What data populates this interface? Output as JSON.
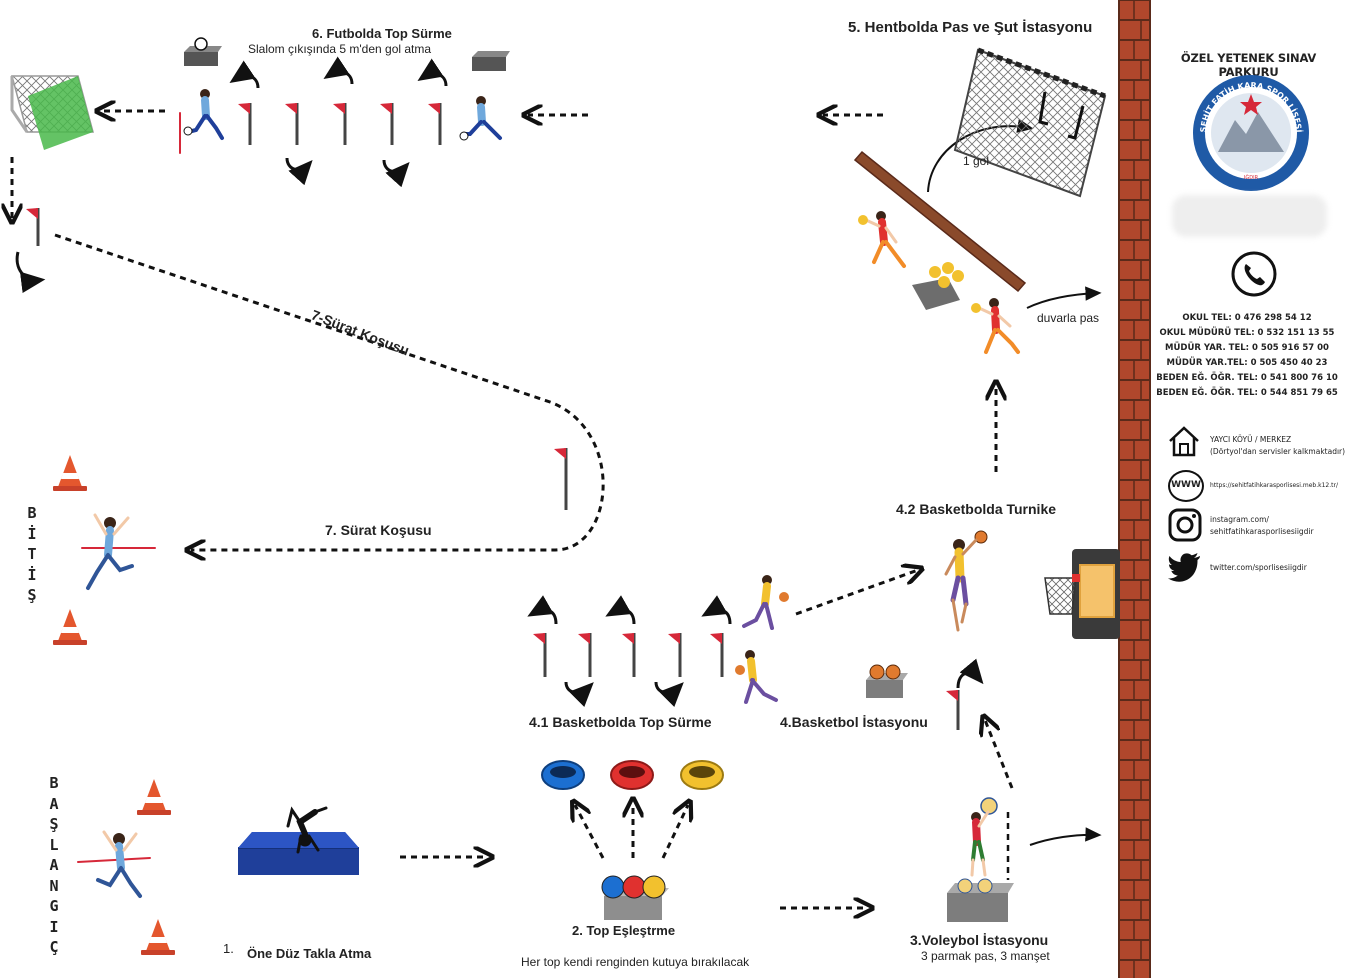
{
  "stations": {
    "s1_number": "1.",
    "s1": "Öne Düz Takla Atma",
    "s2": "2. Top Eşleştrme",
    "s2_note": "Her top kendi renginden kutuya bırakılacak",
    "s3": "3.Voleybol İstasyonu",
    "s3_note": "3 parmak pas, 3 manşet",
    "s4": "4.Basketbol İstasyonu",
    "s41": "4.1 Basketbolda Top Sürme",
    "s42": "4.2 Basketbolda Turnike",
    "s5": "5. Hentbolda Pas ve Şut İstasyonu",
    "s5_gol": "1 gol",
    "s5_pas": "duvarla pas",
    "s6": "6. Futbolda Top Sürme",
    "s6_note": "Slalom çıkışında 5 m'den gol atma",
    "s7a": "7-Sürat Koşusu",
    "s7b": "7. Sürat Koşusu"
  },
  "start_letters": [
    "B",
    "A",
    "Ş",
    "L",
    "A",
    "N",
    "G",
    "I",
    "Ç"
  ],
  "finish_letters": [
    "B",
    "İ",
    "T",
    "İ",
    "Ş"
  ],
  "sidebar": {
    "title": "ÖZEL YETENEK SINAV PARKURU",
    "logo_text": "ŞEHİT FATİH KARA SPOR LİSESİ",
    "logo_sub": "IĞDIR",
    "phones": [
      "OKUL TEL: 0 476 298 54 12",
      "OKUL MÜDÜRÜ TEL: 0 532 151 13 55",
      "MÜDÜR YAR. TEL: 0 505 916 57 00",
      "MÜDÜR YAR.TEL: 0 505 450 40 23",
      "BEDEN EĞ. ÖĞR. TEL: 0 541 800 76 10",
      "BEDEN EĞ. ÖĞR. TEL: 0 544 851 79 65"
    ],
    "address_line1": "YAYCI KÖYÜ / MERKEZ",
    "address_line2": "(Dörtyol'dan servisler kalkmaktadır)",
    "web_icon_text": "WWW",
    "web": "https://sehitfatihkarasporlisesi.meb.k12.tr/",
    "instagram_line1": "instagram.com/",
    "instagram_line2": "sehitfatihkarasporlisesiigdir",
    "twitter": "twitter.com/sporlisesiigdir"
  },
  "colors": {
    "brick": "#b0472c",
    "mortar": "#5a2a1a",
    "cone": "#e4572e",
    "flag": "#d62839",
    "mat": "#1f3f9a",
    "ball_blue": "#1c6fd1",
    "ball_red": "#e0312f",
    "ball_yellow": "#f2c12e",
    "logo_ring": "#1f5aa6",
    "goal_green": "#49b84a"
  }
}
